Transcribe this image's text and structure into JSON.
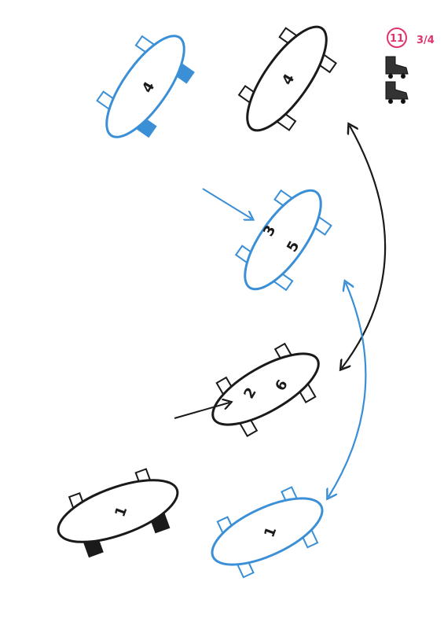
{
  "colors": {
    "ink": "#1a1a1a",
    "blue": "#3a8fd6",
    "badge": "#e0336b",
    "paper": "#ffffff"
  },
  "page_badge": {
    "number": "11",
    "fraction": "3/4",
    "icon": "roller-skate-icon"
  },
  "boards": {
    "black_top": {
      "label": "4"
    },
    "blue_top": {
      "label": "4"
    },
    "blue_middle": {
      "label_a": "3",
      "label_b": "5"
    },
    "black_middle": {
      "label_a": "2",
      "label_b": "6"
    },
    "black_bottom": {
      "label": "1"
    },
    "blue_bottom": {
      "label": "1"
    }
  }
}
